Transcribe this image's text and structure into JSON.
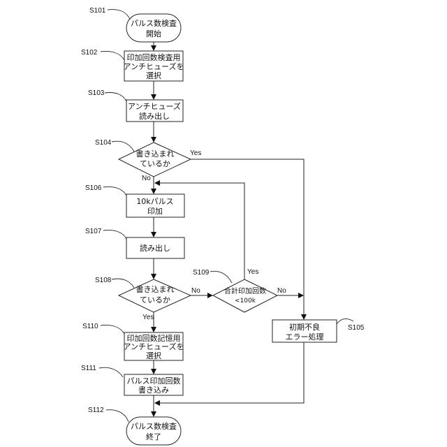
{
  "flowchart": {
    "nodes": {
      "S101": {
        "step": "S101",
        "shape": "terminator",
        "lines": [
          "パルス数検査",
          "開始"
        ]
      },
      "S102": {
        "step": "S102",
        "shape": "process",
        "lines": [
          "印加回数検査用",
          "アンチヒューズを",
          "選択"
        ]
      },
      "S103": {
        "step": "S103",
        "shape": "process",
        "lines": [
          "アンチヒューズ",
          "読み出し"
        ]
      },
      "S104": {
        "step": "S104",
        "shape": "decision",
        "lines": [
          "書き込まれ",
          "ているか"
        ]
      },
      "S105": {
        "step": "S105",
        "shape": "process",
        "lines": [
          "初期不良",
          "エラー処理"
        ]
      },
      "S106": {
        "step": "S106",
        "shape": "process",
        "lines": [
          "10kパルス",
          "印加"
        ]
      },
      "S107": {
        "step": "S107",
        "shape": "process",
        "lines": [
          "読み出し"
        ]
      },
      "S108": {
        "step": "S108",
        "shape": "decision",
        "lines": [
          "書き込まれ",
          "ているか"
        ]
      },
      "S109": {
        "step": "S109",
        "shape": "decision",
        "lines": [
          "合計印加回数",
          "<100k"
        ]
      },
      "S110": {
        "step": "S110",
        "shape": "process",
        "lines": [
          "印加回数記憶用",
          "アンチヒューズを",
          "選択"
        ]
      },
      "S111": {
        "step": "S111",
        "shape": "process",
        "lines": [
          "パルス印加回数",
          "書き込み"
        ]
      },
      "S112": {
        "step": "S112",
        "shape": "terminator",
        "lines": [
          "パルス数検査",
          "終了"
        ]
      }
    },
    "branch_labels": {
      "s104_yes": "Yes",
      "s104_no": "No",
      "s108_no": "No",
      "s108_yes": "Yes",
      "s109_yes": "Yes",
      "s109_no": "No"
    },
    "edges": [
      {
        "from": "S101",
        "to": "S102"
      },
      {
        "from": "S102",
        "to": "S103"
      },
      {
        "from": "S103",
        "to": "S104"
      },
      {
        "from": "S104",
        "to": "S105",
        "label": "Yes"
      },
      {
        "from": "S104",
        "to": "S106",
        "label": "No"
      },
      {
        "from": "S106",
        "to": "S107"
      },
      {
        "from": "S107",
        "to": "S108"
      },
      {
        "from": "S108",
        "to": "S109",
        "label": "No"
      },
      {
        "from": "S108",
        "to": "S110",
        "label": "Yes"
      },
      {
        "from": "S109",
        "to": "S106",
        "label": "Yes"
      },
      {
        "from": "S109",
        "to": "S105",
        "label": "No"
      },
      {
        "from": "S110",
        "to": "S111"
      },
      {
        "from": "S111",
        "to": "S112"
      },
      {
        "from": "S105",
        "to": "S112"
      }
    ]
  }
}
